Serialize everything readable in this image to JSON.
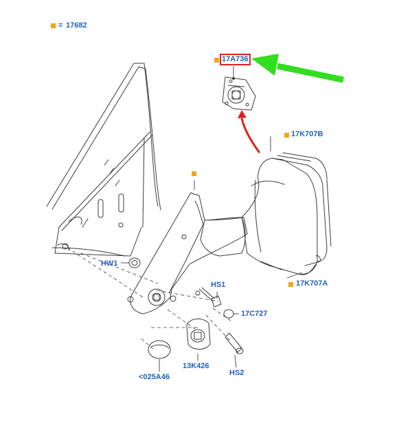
{
  "legend": {
    "marker_color": "#f5a31a",
    "equals": "=",
    "code": "17682"
  },
  "callouts": {
    "mirror_motor": "17A736",
    "mirror_glass": "17K707B",
    "mirror_assembly": "17K707A",
    "washer": "HW1",
    "screw_1": "HS1",
    "clip": "17C727",
    "cover": "13K426",
    "cap": "<025A46",
    "screw_2": "HS2"
  },
  "colors": {
    "label": "#1f5fbf",
    "marker": "#f5a31a",
    "highlight_box": "#e0201c",
    "green_arrow": "#33dd1f",
    "red_arrow": "#e0201c",
    "line_art": "#3a3a3a"
  }
}
